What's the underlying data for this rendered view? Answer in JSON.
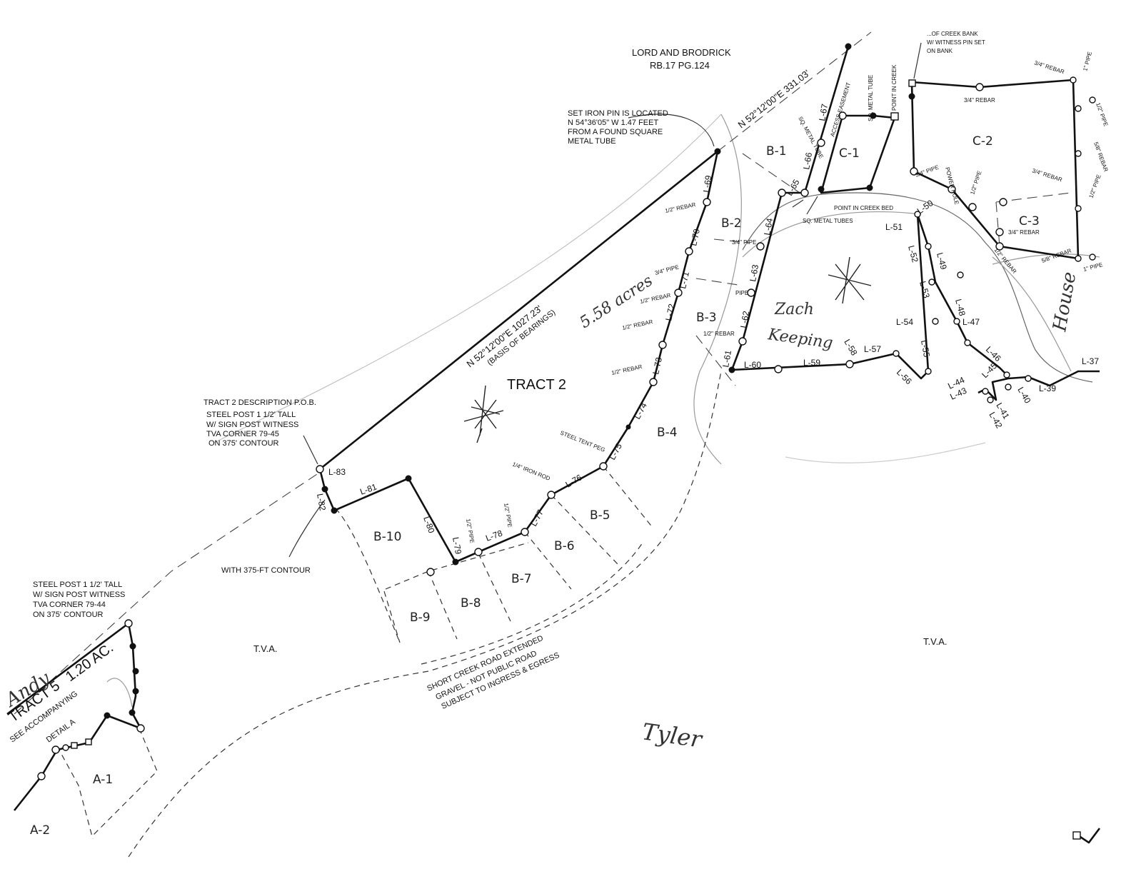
{
  "owner": {
    "name": "LORD AND BRODRICK",
    "ref": "RB.17 PG.124"
  },
  "bearings": {
    "north_line": "N 52°12'00\"E 331.03'",
    "basis_line": "N 52°12'00\"E 1027.23'",
    "basis_note": "(BASIS OF BEARINGS)"
  },
  "tract": {
    "name": "TRACT 2",
    "acres_handwritten": "5.58 acres"
  },
  "notes": {
    "iron_pin": [
      "SET IRON PIN IS LOCATED",
      "N 54°36'05\" W 1.47 FEET",
      "FROM A FOUND SQUARE",
      "METAL TUBE"
    ],
    "pob": [
      "TRACT 2 DESCRIPTION P.O.B.",
      "STEEL POST 1 1/2' TALL",
      "W/ SIGN POST WITNESS",
      "TVA CORNER 79-45",
      "ON 375' CONTOUR"
    ],
    "contour": "WITH 375-FT CONTOUR",
    "left_post": [
      "STEEL POST 1 1/2' TALL",
      "W/ SIGN POST WITNESS",
      "TVA CORNER 79-44",
      "ON 375' CONTOUR"
    ],
    "road": [
      "SHORT CREEK ROAD EXTENDED",
      "GRAVEL - NOT PUBLIC ROAD",
      "SUBJECT TO INGRESS & EGRESS"
    ],
    "creek_bank": [
      "...OF CREEK BANK",
      "W/ WITNESS PIN SET",
      "ON BANK"
    ],
    "creek_bed": "POINT IN CREEK BED",
    "creek_point": "POINT IN CREEK",
    "sq_tubes": "SQ. METAL TUBES",
    "sq_tube": "SQ. METAL TUBE",
    "access": "ACCESS EASEMENT",
    "steel_peg": "STEEL TENT PEG",
    "iron_rod": "1/4\" IRON ROD",
    "power_pole": "POWER POLE"
  },
  "tract5": {
    "name": "TRACT 5",
    "acres": "1.20 AC.",
    "see": "SEE ACCOMPANYING",
    "detail": "DETAIL A"
  },
  "areas": [
    "A-1",
    "A-2",
    "B-1",
    "B-2",
    "B-3",
    "B-4",
    "B-5",
    "B-6",
    "B-7",
    "B-8",
    "B-9",
    "B-10",
    "C-1",
    "C-2",
    "C-3"
  ],
  "tva": "T.V.A.",
  "monuments": {
    "rebar_half": "1/2\" REBAR",
    "rebar_34": "3/4\" REBAR",
    "pipe_34": "3/4\" PIPE",
    "pipe_half": "1/2\" PIPE",
    "pipe": "PIPE",
    "pipe_1": "1\" PIPE",
    "rebar_58": "5/8\" REBAR"
  },
  "handwriting": {
    "zach1": "Zach",
    "zach2": "Keeping",
    "andy": "Andy",
    "house": "House",
    "tyler": "Tyler"
  },
  "line_labels": [
    "L-37",
    "L-39",
    "L-40",
    "L-41",
    "L-42",
    "L-43",
    "L-44",
    "L-45",
    "L-46",
    "L-47",
    "L-48",
    "L-49",
    "L-50",
    "L-51",
    "L-52",
    "L-53",
    "L-54",
    "L-55",
    "L-56",
    "L-57",
    "L-58",
    "L-59",
    "L-60",
    "L-61",
    "L-62",
    "L-63",
    "L-64",
    "L-65",
    "L-66",
    "L-67",
    "L-69",
    "L-70",
    "L-71",
    "L-72",
    "L-73",
    "L-74",
    "L-75",
    "L-76",
    "L-77",
    "L-78",
    "L-79",
    "L-80",
    "L-81",
    "L-82",
    "L-83"
  ]
}
